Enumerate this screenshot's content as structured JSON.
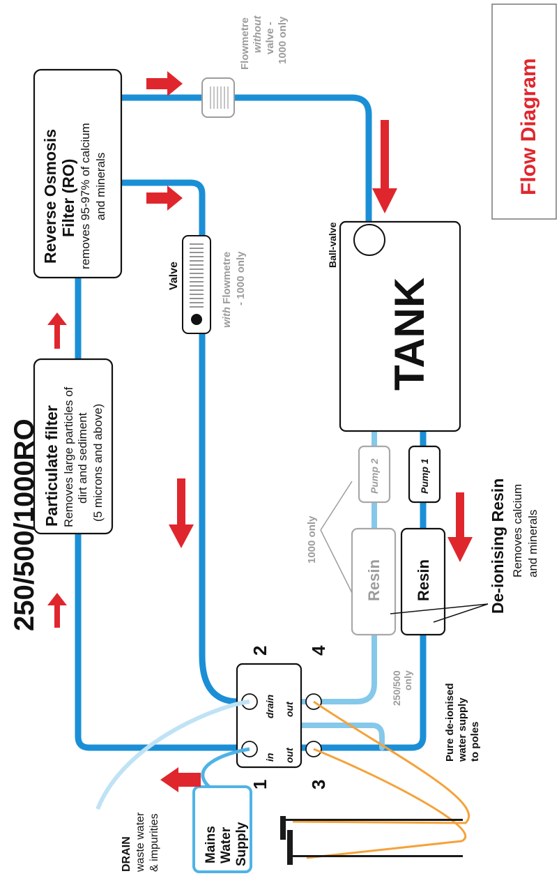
{
  "diagram": {
    "model_title": "250/500/1000RO",
    "badge_title": "Flow Diagram",
    "particulate": {
      "title": "Particulate filter",
      "lines": [
        "Removes large particles of",
        "dirt and sediment",
        "(5 microns and above)"
      ]
    },
    "ro": {
      "title_line1": "Reverse Osmosis",
      "title_line2": "Filter (RO)",
      "lines": [
        "removes 95-97% of calcium",
        "and minerals"
      ]
    },
    "valve": {
      "label": "Valve",
      "flow_note_prefix": "with",
      "flow_note_rest": " Flowmetre",
      "flow_note_line2": "- 1000 only"
    },
    "flowmetre_top": {
      "line1": "Flowmetre",
      "line2": "without",
      "line3": "valve -",
      "line4": "1000 only"
    },
    "tank": {
      "label": "TANK",
      "ball_valve": "Ball-valve"
    },
    "pumps": {
      "pump2": "Pump 2",
      "pump1": "Pump 1",
      "note_1000": "1000 only"
    },
    "resin": {
      "resin_grey": "Resin",
      "resin_black": "Resin",
      "title": "De-ionising Resin",
      "line1": "Removes calcium",
      "line2": "and minerals"
    },
    "manifold": {
      "port_in": "in",
      "port_drain": "drain",
      "port_out_left": "out",
      "port_out_right": "out",
      "num1": "1",
      "num2": "2",
      "num3": "3",
      "num4": "4",
      "note_250": "250/500",
      "note_250_line2": "only"
    },
    "drain": {
      "title": "DRAIN",
      "line1": "waste water",
      "line2": "& impurities"
    },
    "mains": {
      "line1": "Mains",
      "line2": "Water",
      "line3": "Supply"
    },
    "supply": {
      "line1": "Pure de-ionised",
      "line2": "water supply",
      "line3": "to poles"
    }
  }
}
